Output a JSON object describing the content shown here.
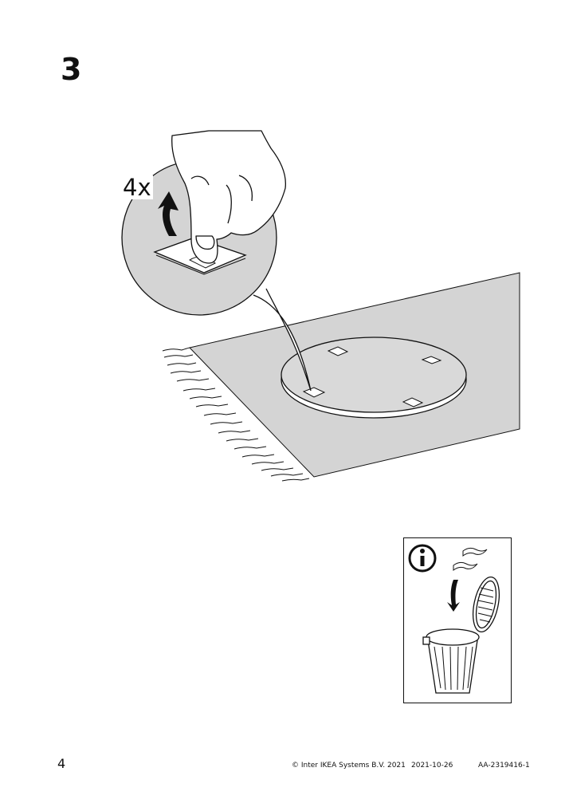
{
  "step": {
    "number": "3"
  },
  "detail": {
    "quantity": "4x"
  },
  "info": {
    "icon": "info-icon",
    "action": "discard-backing-papers-in-trash"
  },
  "footer": {
    "page_number": "4",
    "copyright": "© Inter IKEA Systems B.V. 2021",
    "date": "2021-10-26",
    "document_id": "AA-2319416-1"
  },
  "colors": {
    "rug": "#d4d4d4",
    "line": "#111111",
    "paper": "#ffffff"
  }
}
